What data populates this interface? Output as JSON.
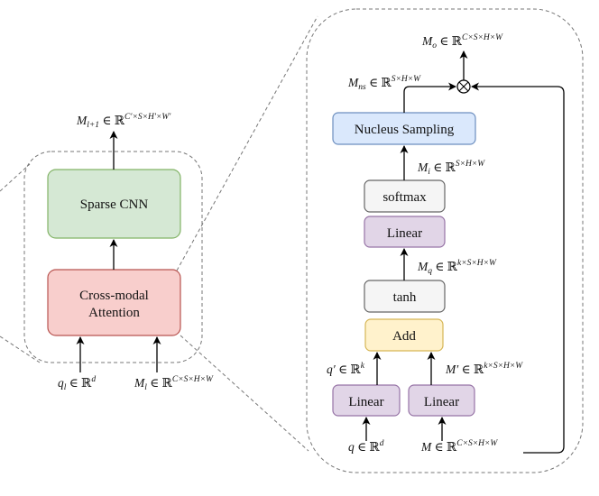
{
  "diagram": {
    "title": "Cross-modal Attention with Nucleus Sampling block diagram",
    "left_module": {
      "nodes": {
        "sparse_cnn": {
          "label": "Sparse CNN",
          "fill": "#d5e8d4",
          "stroke": "#82b366"
        },
        "cross_modal_attention": {
          "label_line1": "Cross-modal",
          "label_line2": "Attention",
          "fill": "#f8cecc",
          "stroke": "#b85450"
        }
      },
      "labels": {
        "output": {
          "var": "M",
          "sub": "l+1",
          "in": " ∈ ",
          "set": "ℝ",
          "sup": "C′×S×H′×W′"
        },
        "query_input": {
          "var": "q",
          "sub": "l",
          "in": " ∈ ",
          "set": "ℝ",
          "sup": "d"
        },
        "feature_input": {
          "var": "M",
          "sub": "l",
          "in": " ∈ ",
          "set": "ℝ",
          "sup": "C×S×H×W"
        }
      }
    },
    "detail_module": {
      "nodes": {
        "nucleus_sampling": {
          "label": "Nucleus Sampling",
          "fill": "#dae8fc",
          "stroke": "#6c8ebf"
        },
        "softmax": {
          "label": "softmax",
          "fill": "#f5f5f5",
          "stroke": "#666666"
        },
        "linear_top": {
          "label": "Linear",
          "fill": "#e1d5e7",
          "stroke": "#9673a6"
        },
        "tanh": {
          "label": "tanh",
          "fill": "#f5f5f5",
          "stroke": "#666666"
        },
        "add": {
          "label": "Add",
          "fill": "#fff2cc",
          "stroke": "#d6b656"
        },
        "linear_q": {
          "label": "Linear",
          "fill": "#e1d5e7",
          "stroke": "#9673a6"
        },
        "linear_m": {
          "label": "Linear",
          "fill": "#e1d5e7",
          "stroke": "#9673a6"
        }
      },
      "operators": {
        "multiply": {
          "symbol": "⊗",
          "meaning": "element-wise multiplication"
        }
      },
      "labels": {
        "output": {
          "var": "M",
          "sub": "o",
          "in": " ∈ ",
          "set": "ℝ",
          "sup": "C×S×H×W"
        },
        "nucleus_out": {
          "var": "M",
          "sub": "ns",
          "in": " ∈ ",
          "set": "ℝ",
          "sup": "S×H×W"
        },
        "softmax_out": {
          "var": "M",
          "sub": "i",
          "in": " ∈ ",
          "set": "ℝ",
          "sup": "S×H×W"
        },
        "tanh_out": {
          "var": "M",
          "sub": "q",
          "in": " ∈ ",
          "set": "ℝ",
          "sup": "k×S×H×W"
        },
        "q_proj": {
          "var": "q′",
          "sub": "",
          "in": " ∈ ",
          "set": "ℝ",
          "sup": "k"
        },
        "m_proj": {
          "var": "M′",
          "sub": "",
          "in": " ∈ ",
          "set": "ℝ",
          "sup": "k×S×H×W"
        },
        "q_input": {
          "var": "q",
          "sub": "",
          "in": " ∈ ",
          "set": "ℝ",
          "sup": "d"
        },
        "m_input": {
          "var": "M",
          "sub": "",
          "in": " ∈ ",
          "set": "ℝ",
          "sup": "C×S×H×W"
        }
      }
    },
    "edges": [
      {
        "from": "cross_modal_attention",
        "to": "sparse_cnn"
      },
      {
        "from": "sparse_cnn",
        "to": "output_l+1"
      },
      {
        "from": "q_l",
        "to": "cross_modal_attention"
      },
      {
        "from": "M_l",
        "to": "cross_modal_attention"
      },
      {
        "from": "q",
        "to": "linear_q"
      },
      {
        "from": "M",
        "to": "linear_m"
      },
      {
        "from": "linear_q",
        "to": "add"
      },
      {
        "from": "linear_m",
        "to": "add"
      },
      {
        "from": "tanh",
        "to": "linear_top"
      },
      {
        "from": "softmax",
        "to": "nucleus_sampling"
      },
      {
        "from": "nucleus_sampling",
        "to": "multiply"
      },
      {
        "from": "M",
        "to": "multiply"
      },
      {
        "from": "multiply",
        "to": "M_o"
      }
    ]
  }
}
